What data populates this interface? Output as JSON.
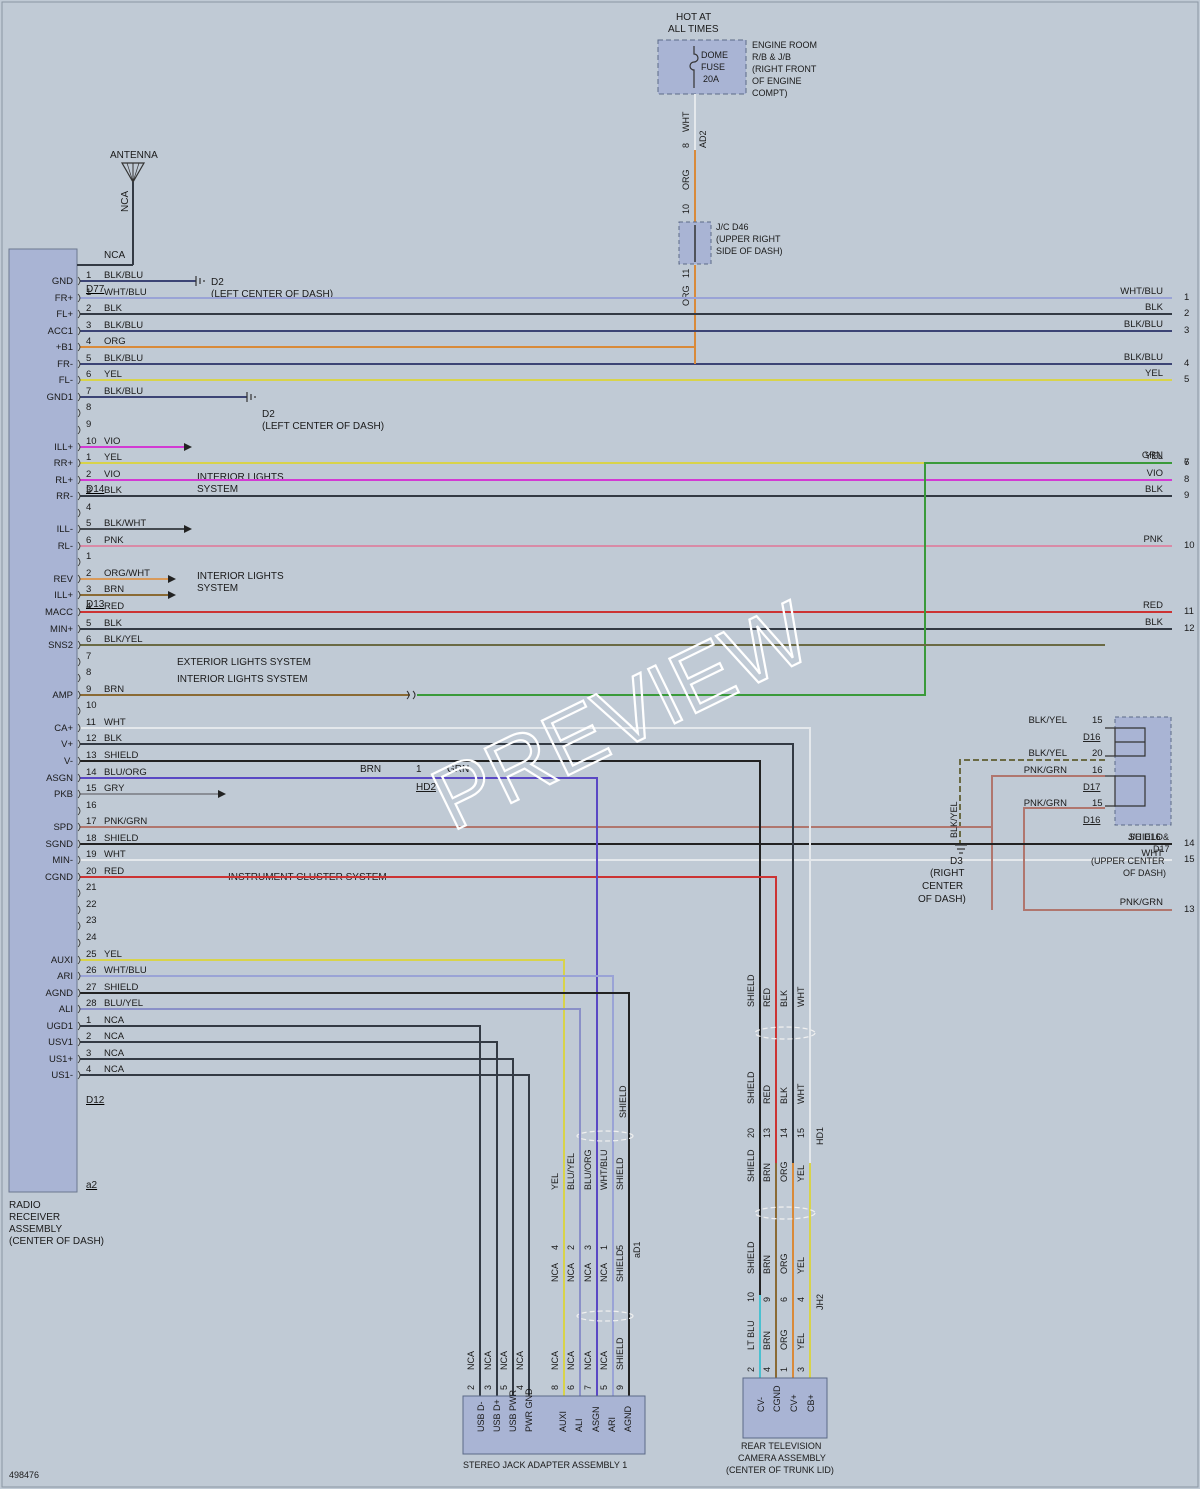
{
  "colors": {
    "background": "#c0cad5",
    "box": "#a9b4d4",
    "WHT/BLU": "#9aa3d6",
    "BLK": "#333a44",
    "BLK/BLU": "#3c4475",
    "ORG": "#d98a3a",
    "YEL": "#d8d34a",
    "VIO": "#d23ad3",
    "PNK": "#d98aa6",
    "BLK/WHT": "#444a50",
    "ORG/WHT": "#d99a5a",
    "BRN": "#8a6a34",
    "RED": "#cc3333",
    "BLK/YEL": "#6a6a44",
    "GRN": "#3a9a3a",
    "WHT": "#e4e8ec",
    "SHIELD": "#222222",
    "BLU/ORG": "#5a48c4",
    "GRY": "#8a8e96",
    "PNK/GRN": "#b0766e",
    "BLU/YEL": "#8a90c8",
    "LT BLU": "#4ac0d0"
  },
  "fuse": {
    "top": "HOT AT",
    "top2": "ALL TIMES",
    "name1": "DOME",
    "name2": "FUSE",
    "name3": "20A",
    "loc1": "ENGINE ROOM",
    "loc2": "R/B & J/B",
    "loc3": "(RIGHT FRONT",
    "loc4": "OF ENGINE",
    "loc5": "COMPT)"
  },
  "fuse_wires": {
    "w1_pin": "8",
    "w1_color": "WHT",
    "conn": "AD2",
    "w2_pin": "10",
    "w2_color": "ORG",
    "w3_pin": "11",
    "w3_color": "ORG"
  },
  "jc_d46": {
    "l1": "J/C D46",
    "l2": "(UPPER RIGHT",
    "l3": "SIDE OF DASH)"
  },
  "antenna": {
    "label": "ANTENNA",
    "wire": "NCA",
    "wire2": "NCA"
  },
  "radio": {
    "l1": "RADIO",
    "l2": "RECEIVER",
    "l3": "ASSEMBLY",
    "l4": "(CENTER OF DASH)"
  },
  "ground_d2": {
    "name": "D2",
    "loc": "(LEFT CENTER OF DASH)"
  },
  "ground_d3": {
    "name": "D3",
    "l1": "(RIGHT",
    "l2": "CENTER",
    "l3": "OF DASH)",
    "wire": "BLK/YEL"
  },
  "interior_lights": {
    "l1": "INTERIOR LIGHTS",
    "l2": "SYSTEM"
  },
  "exterior_lights": "EXTERIOR LIGHTS SYSTEM",
  "interior_lights_1": "INTERIOR LIGHTS SYSTEM",
  "instrument_cluster": "INSTRUMENT CLUSTER SYSTEM",
  "connectors": [
    "D77",
    "D14",
    "D13",
    "D12",
    "a2"
  ],
  "hd2": {
    "pin": "1",
    "name": "HD2",
    "left": "BRN",
    "right": "GRN"
  },
  "left_rows": [
    {
      "pin": "1",
      "term": "GND",
      "color": "BLK/BLU"
    },
    {
      "pin": "1",
      "term": "FR+",
      "color": "WHT/BLU"
    },
    {
      "pin": "2",
      "term": "FL+",
      "color": "BLK"
    },
    {
      "pin": "3",
      "term": "ACC1",
      "color": "BLK/BLU"
    },
    {
      "pin": "4",
      "term": "+B1",
      "color": "ORG"
    },
    {
      "pin": "5",
      "term": "FR-",
      "color": "BLK/BLU"
    },
    {
      "pin": "6",
      "term": "FL-",
      "color": "YEL"
    },
    {
      "pin": "7",
      "term": "GND1",
      "color": "BLK/BLU"
    },
    {
      "pin": "8",
      "term": "",
      "color": ""
    },
    {
      "pin": "9",
      "term": "",
      "color": ""
    },
    {
      "pin": "10",
      "term": "ILL+",
      "color": "VIO"
    },
    {
      "pin": "1",
      "term": "RR+",
      "color": "YEL"
    },
    {
      "pin": "2",
      "term": "RL+",
      "color": "VIO"
    },
    {
      "pin": "3",
      "term": "RR-",
      "color": "BLK"
    },
    {
      "pin": "4",
      "term": "",
      "color": ""
    },
    {
      "pin": "5",
      "term": "ILL-",
      "color": "BLK/WHT"
    },
    {
      "pin": "6",
      "term": "RL-",
      "color": "PNK"
    },
    {
      "pin": "1",
      "term": "",
      "color": ""
    },
    {
      "pin": "2",
      "term": "REV",
      "color": "ORG/WHT"
    },
    {
      "pin": "3",
      "term": "ILL+",
      "color": "BRN"
    },
    {
      "pin": "4",
      "term": "MACC",
      "color": "RED"
    },
    {
      "pin": "5",
      "term": "MIN+",
      "color": "BLK"
    },
    {
      "pin": "6",
      "term": "SNS2",
      "color": "BLK/YEL"
    },
    {
      "pin": "7",
      "term": "",
      "color": ""
    },
    {
      "pin": "8",
      "term": "",
      "color": ""
    },
    {
      "pin": "9",
      "term": "AMP",
      "color": "BRN"
    },
    {
      "pin": "10",
      "term": "",
      "color": ""
    },
    {
      "pin": "11",
      "term": "CA+",
      "color": "WHT"
    },
    {
      "pin": "12",
      "term": "V+",
      "color": "BLK"
    },
    {
      "pin": "13",
      "term": "V-",
      "color": "SHIELD"
    },
    {
      "pin": "14",
      "term": "ASGN",
      "color": "BLU/ORG"
    },
    {
      "pin": "15",
      "term": "PKB",
      "color": "GRY"
    },
    {
      "pin": "16",
      "term": "",
      "color": ""
    },
    {
      "pin": "17",
      "term": "SPD",
      "color": "PNK/GRN"
    },
    {
      "pin": "18",
      "term": "SGND",
      "color": "SHIELD"
    },
    {
      "pin": "19",
      "term": "MIN-",
      "color": "WHT"
    },
    {
      "pin": "20",
      "term": "CGND",
      "color": "RED"
    },
    {
      "pin": "21",
      "term": "",
      "color": ""
    },
    {
      "pin": "22",
      "term": "",
      "color": ""
    },
    {
      "pin": "23",
      "term": "",
      "color": ""
    },
    {
      "pin": "24",
      "term": "",
      "color": ""
    },
    {
      "pin": "25",
      "term": "AUXI",
      "color": "YEL"
    },
    {
      "pin": "26",
      "term": "ARI",
      "color": "WHT/BLU"
    },
    {
      "pin": "27",
      "term": "AGND",
      "color": "SHIELD"
    },
    {
      "pin": "28",
      "term": "ALI",
      "color": "BLU/YEL"
    },
    {
      "pin": "1",
      "term": "UGD1",
      "color": "NCA"
    },
    {
      "pin": "2",
      "term": "USV1",
      "color": "NCA"
    },
    {
      "pin": "3",
      "term": "US1+",
      "color": "NCA"
    },
    {
      "pin": "4",
      "term": "US1-",
      "color": "NCA"
    }
  ],
  "right_rows": [
    {
      "num": "1",
      "color": "WHT/BLU"
    },
    {
      "num": "2",
      "color": "BLK"
    },
    {
      "num": "3",
      "color": "BLK/BLU"
    },
    {
      "num": "4",
      "color": "BLK/BLU"
    },
    {
      "num": "5",
      "color": "YEL"
    },
    {
      "num": "6",
      "color": "GRN"
    },
    {
      "num": "7",
      "color": "YEL"
    },
    {
      "num": "8",
      "color": "VIO"
    },
    {
      "num": "9",
      "color": "BLK"
    },
    {
      "num": "10",
      "color": "PNK"
    },
    {
      "num": "11",
      "color": "RED"
    },
    {
      "num": "12",
      "color": "BLK"
    },
    {
      "num": "13",
      "color": "PNK/GRN"
    },
    {
      "num": "14",
      "color": "SHIELD"
    },
    {
      "num": "15",
      "color": "WHT"
    }
  ],
  "jc_d16": {
    "rows": [
      {
        "color": "BLK/YEL",
        "pin": "15",
        "conn": "D16"
      },
      {
        "color": "BLK/YEL",
        "pin": "20",
        "conn": ""
      },
      {
        "color": "PNK/GRN",
        "pin": "16",
        "conn": "D17"
      },
      {
        "color": "PNK/GRN",
        "pin": "15",
        "conn": "D16"
      }
    ],
    "l1": "J/C D16 &",
    "l2": "D17",
    "l3": "(UPPER CENTER",
    "l4": "OF DASH)"
  },
  "camera_harness": {
    "top_colors": [
      "SHIELD",
      "RED",
      "BLK",
      "WHT"
    ],
    "hd1_colors": [
      "SHIELD",
      "RED",
      "BLK",
      "WHT"
    ],
    "hd1_pins": [
      "20",
      "13",
      "14",
      "15"
    ],
    "hd1_name": "HD1",
    "mid_colors": [
      "SHIELD",
      "BRN",
      "ORG",
      "YEL"
    ],
    "jh2_colors": [
      "SHIELD",
      "BRN",
      "ORG",
      "YEL"
    ],
    "jh2_pins": [
      "10",
      "9",
      "6",
      "4"
    ],
    "jh2_name": "JH2",
    "bot_colors": [
      "LT BLU",
      "BRN",
      "ORG",
      "YEL"
    ],
    "bot_pins": [
      "2",
      "4",
      "1",
      "3"
    ],
    "terms": [
      "CV-",
      "CGND",
      "CV+",
      "CB+"
    ],
    "title1": "REAR TELEVISION",
    "title2": "CAMERA ASSEMBLY",
    "title3": "(CENTER OF TRUNK LID)"
  },
  "stereo_harness": {
    "top_colors": [
      "YEL",
      "BLU/YEL",
      "BLU/ORG",
      "WHT/BLU",
      "SHIELD"
    ],
    "ad1_pins": [
      "4",
      "2",
      "3",
      "1",
      "5"
    ],
    "ad1_name": "aD1",
    "mid_colors": [
      "NCA",
      "NCA",
      "NCA",
      "NCA",
      "SHIELD"
    ],
    "usb_colors": [
      "NCA",
      "NCA",
      "NCA",
      "NCA"
    ],
    "usb_pins": [
      "2",
      "3",
      "5",
      "4"
    ],
    "aux_colors": [
      "NCA",
      "NCA",
      "NCA",
      "NCA",
      "SHIELD"
    ],
    "aux_pins": [
      "8",
      "6",
      "7",
      "5",
      "9"
    ],
    "terms": [
      "USB D-",
      "USB D+",
      "USB PWR",
      "PWR GND",
      "AUXI",
      "ALI",
      "ASGN",
      "ARI",
      "AGND"
    ],
    "title": "STEREO JACK ADAPTER ASSEMBLY 1"
  },
  "figure_id": "498476",
  "watermark": "PREVIEW"
}
